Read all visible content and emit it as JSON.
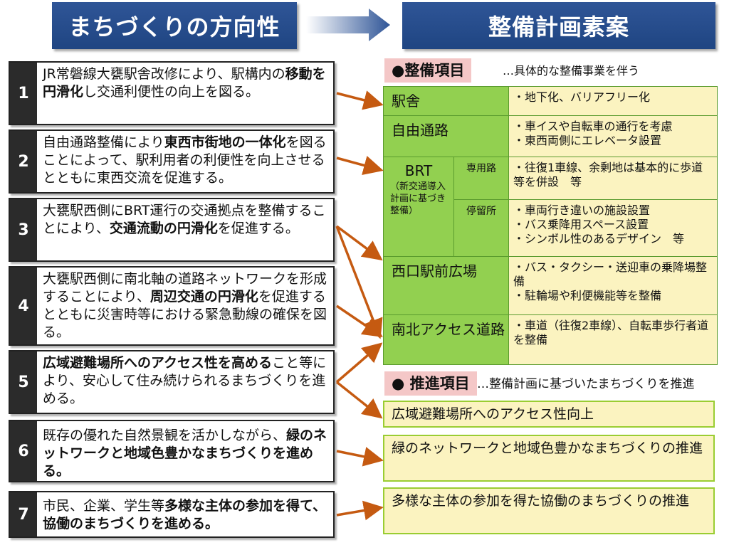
{
  "headers": {
    "left": "まちづくりの方向性",
    "right": "整備計画素案"
  },
  "items": [
    {
      "num": "1",
      "parts": [
        {
          "t": "JR常磐線大甕駅舎改修により、駅構内の"
        },
        {
          "t": "移動を円滑化",
          "b": true
        },
        {
          "t": "し交通利便性の向上を図る。"
        }
      ]
    },
    {
      "num": "2",
      "parts": [
        {
          "t": "自由通路整備により"
        },
        {
          "t": "東西市街地の一体化",
          "b": true
        },
        {
          "t": "を図ることによって、駅利用者の利便性を向上させるとともに東西交流を促進する。"
        }
      ]
    },
    {
      "num": "3",
      "parts": [
        {
          "t": "大甕駅西側にBRT運行の交通拠点を整備することにより、"
        },
        {
          "t": "交通流動の円滑化",
          "b": true
        },
        {
          "t": "を促進する。"
        }
      ]
    },
    {
      "num": "4",
      "parts": [
        {
          "t": "大甕駅西側に南北軸の道路ネットワークを形成することにより、"
        },
        {
          "t": "周辺交通の円滑化",
          "b": true
        },
        {
          "t": "を促進するとともに災害時等における緊急動線の確保を図る。"
        }
      ]
    },
    {
      "num": "5",
      "parts": [
        {
          "t": "広域避難場所へのアクセス性を高める",
          "b": true
        },
        {
          "t": "こと等により、安心して住み続けられるまちづくりを進める。"
        }
      ]
    },
    {
      "num": "6",
      "parts": [
        {
          "t": "既存の優れた自然景観を活かしながら、"
        },
        {
          "t": "緑のネットワークと地域色豊かなまちづくりを進める。",
          "b": true
        }
      ]
    },
    {
      "num": "7",
      "parts": [
        {
          "t": "市民、企業、学生等"
        },
        {
          "t": "多様な主体の参加を得て、協働のまちづくりを進める。",
          "b": true
        }
      ]
    }
  ],
  "seibi": {
    "label": "●整備項目",
    "note": "…具体的な整備事業を伴う",
    "rows": {
      "ekisha": {
        "name": "駅舎",
        "desc": [
          "・地下化、バリアフリー化"
        ]
      },
      "jiyu": {
        "name": "自由通路",
        "desc": [
          "・車イスや自転車の通行を考慮",
          "・東西両側にエレベータ設置"
        ]
      },
      "brt": {
        "name": "BRT",
        "note": "（新交通導入計画に基づき整備）",
        "senyo": {
          "name": "専用路",
          "desc": [
            "・往復1車線、余剰地は基本的に歩道等を併設　等"
          ]
        },
        "teiryu": {
          "name": "停留所",
          "desc": [
            "・車両行き違いの施設設置",
            "・バス乗降用スペース設置",
            "・シンボル性のあるデザイン　等"
          ]
        }
      },
      "nishiguchi": {
        "name": "西口駅前広場",
        "desc": [
          "・バス・タクシー・送迎車の乗降場整備",
          "・駐輪場や利便機能等を整備"
        ]
      },
      "nanboku": {
        "name": "南北アクセス道路",
        "desc": [
          "・車道（往復2車線）、自転車歩行者道を整備"
        ]
      }
    }
  },
  "suishin": {
    "label": "● 推進項目",
    "note": "…整備計画に基づいたまちづくりを推進",
    "items": [
      "広域避難場所へのアクセス性向上",
      "緑のネットワークと地域色豊かなまちづくりの推進",
      "多様な主体の参加を得た協働のまちづくりの推進"
    ]
  },
  "colors": {
    "header": "#2f5597",
    "category": "#92d050",
    "desc_bg": "#fbf3c0",
    "arrow": "#c55a11",
    "pill": "#f4c7c7"
  }
}
